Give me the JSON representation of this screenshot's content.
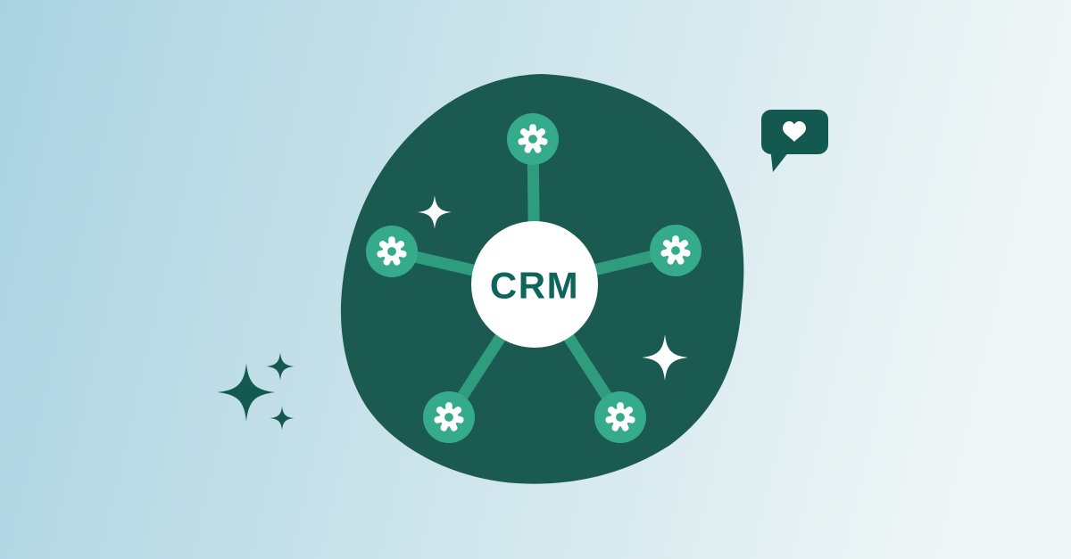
{
  "illustration": {
    "hub": {
      "label": "CRM"
    },
    "nodes": [
      {
        "icon": "gear-icon",
        "position": "top"
      },
      {
        "icon": "gear-icon",
        "position": "left"
      },
      {
        "icon": "gear-icon",
        "position": "right"
      },
      {
        "icon": "gear-icon",
        "position": "bottom-left"
      },
      {
        "icon": "gear-icon",
        "position": "bottom-right"
      }
    ],
    "decorations": {
      "chat_bubble": {
        "icon": "heart-icon"
      },
      "sparkles": {
        "dark_count": 3,
        "white_count": 2
      }
    },
    "colors": {
      "bg_left": "#aad3e1",
      "bg_right": "#f0f6f6",
      "blob": "#1a5a50",
      "node": "#35ab8b",
      "spoke": "#2f9c7e",
      "gear_glyph": "#ffffff",
      "hub_bg": "#ffffff",
      "hub_text": "#0e655b",
      "sparkle_dark": "#14594f",
      "sparkle_white": "#ffffff",
      "bubble": "#14594f",
      "heart": "#ffffff"
    }
  }
}
